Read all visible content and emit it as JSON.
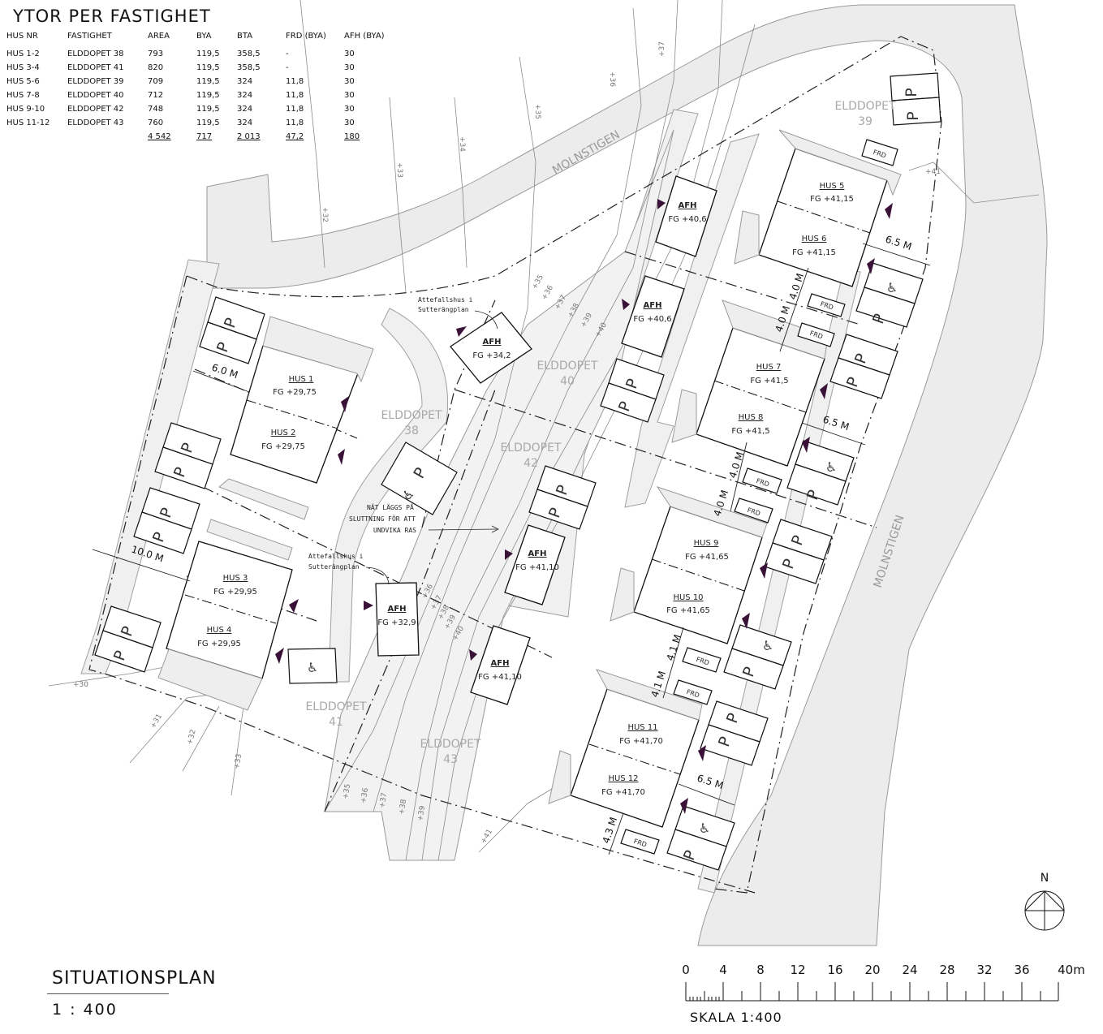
{
  "area_table": {
    "title": "YTOR PER FASTIGHET",
    "columns": [
      "HUS NR",
      "FASTIGHET",
      "AREA",
      "BYA",
      "BTA",
      "FRD (BYA)",
      "AFH (BYA)"
    ],
    "rows": [
      [
        "HUS 1-2",
        "ELDDOPET 38",
        "793",
        "119,5",
        "358,5",
        "-",
        "30"
      ],
      [
        "HUS 3-4",
        "ELDDOPET 41",
        "820",
        "119,5",
        "358,5",
        "-",
        "30"
      ],
      [
        "HUS 5-6",
        "ELDDOPET 39",
        "709",
        "119,5",
        "324",
        "11,8",
        "30"
      ],
      [
        "HUS 7-8",
        "ELDDOPET 40",
        "712",
        "119,5",
        "324",
        "11,8",
        "30"
      ],
      [
        "HUS 9-10",
        "ELDDOPET 42",
        "748",
        "119,5",
        "324",
        "11,8",
        "30"
      ],
      [
        "HUS 11-12",
        "ELDDOPET 43",
        "760",
        "119,5",
        "324",
        "11,8",
        "30"
      ]
    ],
    "totals": [
      "",
      "",
      "4 542",
      "717",
      "2 013",
      "47,2",
      "180"
    ]
  },
  "streets": {
    "north": "MOLNSTIGEN",
    "east": "MOLNSTIGEN"
  },
  "properties": {
    "p38": {
      "name": "ELDDOPET",
      "num": "38"
    },
    "p39": {
      "name": "ELDDOPET",
      "num": "39"
    },
    "p40": {
      "name": "ELDDOPET",
      "num": "40"
    },
    "p41": {
      "name": "ELDDOPET",
      "num": "41"
    },
    "p42": {
      "name": "ELDDOPET",
      "num": "42"
    },
    "p43": {
      "name": "ELDDOPET",
      "num": "43"
    }
  },
  "houses": {
    "h1": {
      "label": "HUS 1",
      "fg": "FG +29,75"
    },
    "h2": {
      "label": "HUS 2",
      "fg": "FG +29,75"
    },
    "h3": {
      "label": "HUS 3",
      "fg": "FG +29,95"
    },
    "h4": {
      "label": "HUS 4",
      "fg": "FG +29,95"
    },
    "h5": {
      "label": "HUS 5",
      "fg": "FG +41,15"
    },
    "h6": {
      "label": "HUS 6",
      "fg": "FG +41,15"
    },
    "h7": {
      "label": "HUS 7",
      "fg": "FG +41,5"
    },
    "h8": {
      "label": "HUS 8",
      "fg": "FG +41,5"
    },
    "h9": {
      "label": "HUS 9",
      "fg": "FG +41,65"
    },
    "h10": {
      "label": "HUS 10",
      "fg": "FG +41,65"
    },
    "h11": {
      "label": "HUS 11",
      "fg": "FG +41,70"
    },
    "h12": {
      "label": "HUS 12",
      "fg": "FG +41,70"
    }
  },
  "afh": {
    "a1": {
      "label": "AFH",
      "fg": "FG +34,2"
    },
    "a2": {
      "label": "AFH",
      "fg": "FG +32,9"
    },
    "a3": {
      "label": "AFH",
      "fg": "FG +40,6"
    },
    "a4": {
      "label": "AFH",
      "fg": "FG +40,6"
    },
    "a5": {
      "label": "AFH",
      "fg": "FG +41,10"
    },
    "a6": {
      "label": "AFH",
      "fg": "FG +41,10"
    }
  },
  "frd_label": "FRD",
  "parking_label": "P",
  "notes": {
    "attefall_1": [
      "Attefallshus i",
      "Sutterängplan"
    ],
    "attefall_2": [
      "Attefallshus i",
      "Sutterängplan"
    ],
    "nat": [
      "NÄT LÄGGS PÅ",
      "SLUTTNING FÖR ATT",
      "UNDVIKA RAS"
    ]
  },
  "dimensions": {
    "d1": "6.0 M",
    "d2": "10.0 M",
    "d3": "6.5 M",
    "d4": "6.5 M",
    "d5": "6.5 M",
    "d6": "4.0 M",
    "d7": "4.0 M",
    "d8": "4.0 M",
    "d9": "4.0 M",
    "d10": "4.1 M",
    "d11": "4.1 M",
    "d12": "4.3 M"
  },
  "contours": [
    "+30",
    "+31",
    "+32",
    "+33",
    "+34",
    "+35",
    "+36",
    "+37",
    "+38",
    "+39",
    "+40",
    "+41"
  ],
  "north_arrow": {
    "label": "N"
  },
  "scale_bar": {
    "ticks": [
      "0",
      "4",
      "8",
      "12",
      "16",
      "20",
      "24",
      "28",
      "32",
      "36",
      "40m"
    ],
    "caption": "SKALA 1:400"
  },
  "title_block": {
    "title": "SITUATIONSPLAN",
    "scale": "1 : 400"
  },
  "colors": {
    "road": "#ececec",
    "line": "#111111",
    "grey_line": "#9a9a9a",
    "entrance_marker": "#3a1238",
    "property_label": "#a8a8a8"
  }
}
